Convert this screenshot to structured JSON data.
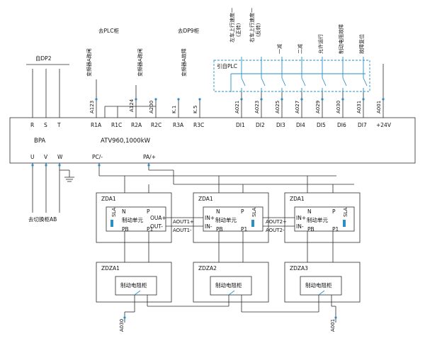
{
  "top": {
    "plc_label": "去PLC柜",
    "dp9_label": "去DP9柜",
    "dp2_label": "自DP2",
    "plc_box_label": "引自PLC",
    "relay_labels": [
      "变频器A跑闸",
      "变频器A跑闸",
      "变频器A故障"
    ],
    "di_labels": [
      "左车上行速度一\n(正转)",
      "右车上行速度一\n(反转)",
      "一减",
      "二减",
      "允许运行",
      "制动电阻故障",
      "故障复位"
    ]
  },
  "wires": {
    "top_r": [
      "A123",
      "A124",
      "A200",
      "K.1",
      "K.5"
    ],
    "top_di": [
      "A021",
      "A023",
      "A025",
      "A027",
      "A029",
      "A030",
      "A031",
      "A001"
    ]
  },
  "vfd": {
    "name": "BPA",
    "model": "ATV960,1000kW",
    "top_terminals": [
      "R",
      "S",
      "T",
      "R1A",
      "R1C",
      "R2A",
      "R2C",
      "R3A",
      "R3C",
      "DI1",
      "DI2",
      "DI3",
      "DI4",
      "DI5",
      "DI6",
      "DI7",
      "+24V"
    ],
    "bottom_terminals": [
      "U",
      "V",
      "W",
      "PC/-",
      "PA/+"
    ],
    "output_label": "去切换柜AB"
  },
  "braking_units": [
    {
      "title": "ZDA1",
      "name": "制动单元",
      "n": "N",
      "p": "P",
      "pb": "PB",
      "p1": "P1",
      "sla": "SLA",
      "io_top": "OUA+",
      "io_bot": "OUT-"
    },
    {
      "title": "ZDA1",
      "name": "制动单元",
      "n": "N",
      "p": "P",
      "pb": "PB",
      "p1": "P1",
      "sla": "SLA",
      "io_top": "IN+",
      "io_bot": "IN-"
    },
    {
      "title": "ZDA1",
      "name": "制动单元",
      "n": "N",
      "p": "P",
      "pb": "PB",
      "p1": "P1",
      "sla": "SLA",
      "io_top": "IN+",
      "io_bot": "IN-"
    }
  ],
  "links": [
    {
      "top": "AOUT1+",
      "bot": "AOUT1-"
    },
    {
      "top": "AOUT2+",
      "bot": "AOUT2-"
    }
  ],
  "resistors": [
    {
      "title": "ZDZA1",
      "name": "制动电阻柜"
    },
    {
      "title": "ZDZA2",
      "name": "制动电阻柜"
    },
    {
      "title": "ZDZA3",
      "name": "制动电阻柜"
    }
  ],
  "bottom_wires": [
    "A030",
    "A001"
  ]
}
